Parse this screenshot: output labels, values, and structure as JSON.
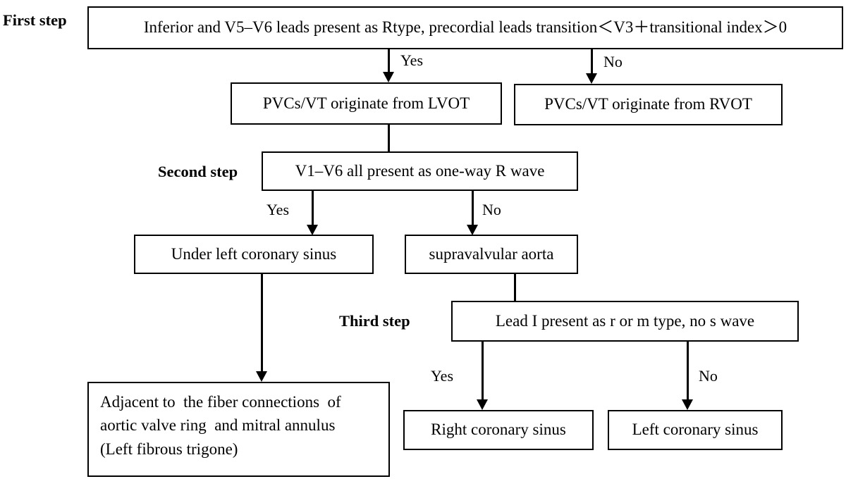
{
  "diagram": {
    "title_present": false,
    "step_labels": {
      "first": "First step",
      "second": "Second step",
      "third": "Third step"
    },
    "edge_labels": {
      "yes": "Yes",
      "no": "No"
    },
    "nodes": {
      "root": "Inferior and V5–V6 leads present as Rtype, precordial leads transition＜V3＋transitional index＞0",
      "lvot": "PVCs/VT originate from LVOT",
      "rvot": "PVCs/VT originate from RVOT",
      "v1v6": "V1–V6 all present as one-way R wave",
      "under_left_coronary_sinus": "Under left coronary sinus",
      "supravalvular_aorta": "supravalvular aorta",
      "lead_i": "Lead I present as r or m type, no s wave",
      "left_fibrous_trigone_line1": "Adjacent to  the fiber connections  of",
      "left_fibrous_trigone_line2": "aortic valve ring  and mitral annulus",
      "left_fibrous_trigone_line3": "(Left fibrous trigone)",
      "right_coronary_sinus": "Right coronary sinus",
      "left_coronary_sinus": "Left coronary sinus"
    },
    "branch_labels": {
      "root_yes": "Yes",
      "root_no": "No",
      "second_yes": "Yes",
      "second_no": "No",
      "third_yes": "Yes",
      "third_no": "No"
    },
    "colors": {
      "stroke": "#000000",
      "background": "#ffffff",
      "text": "#000000"
    }
  }
}
